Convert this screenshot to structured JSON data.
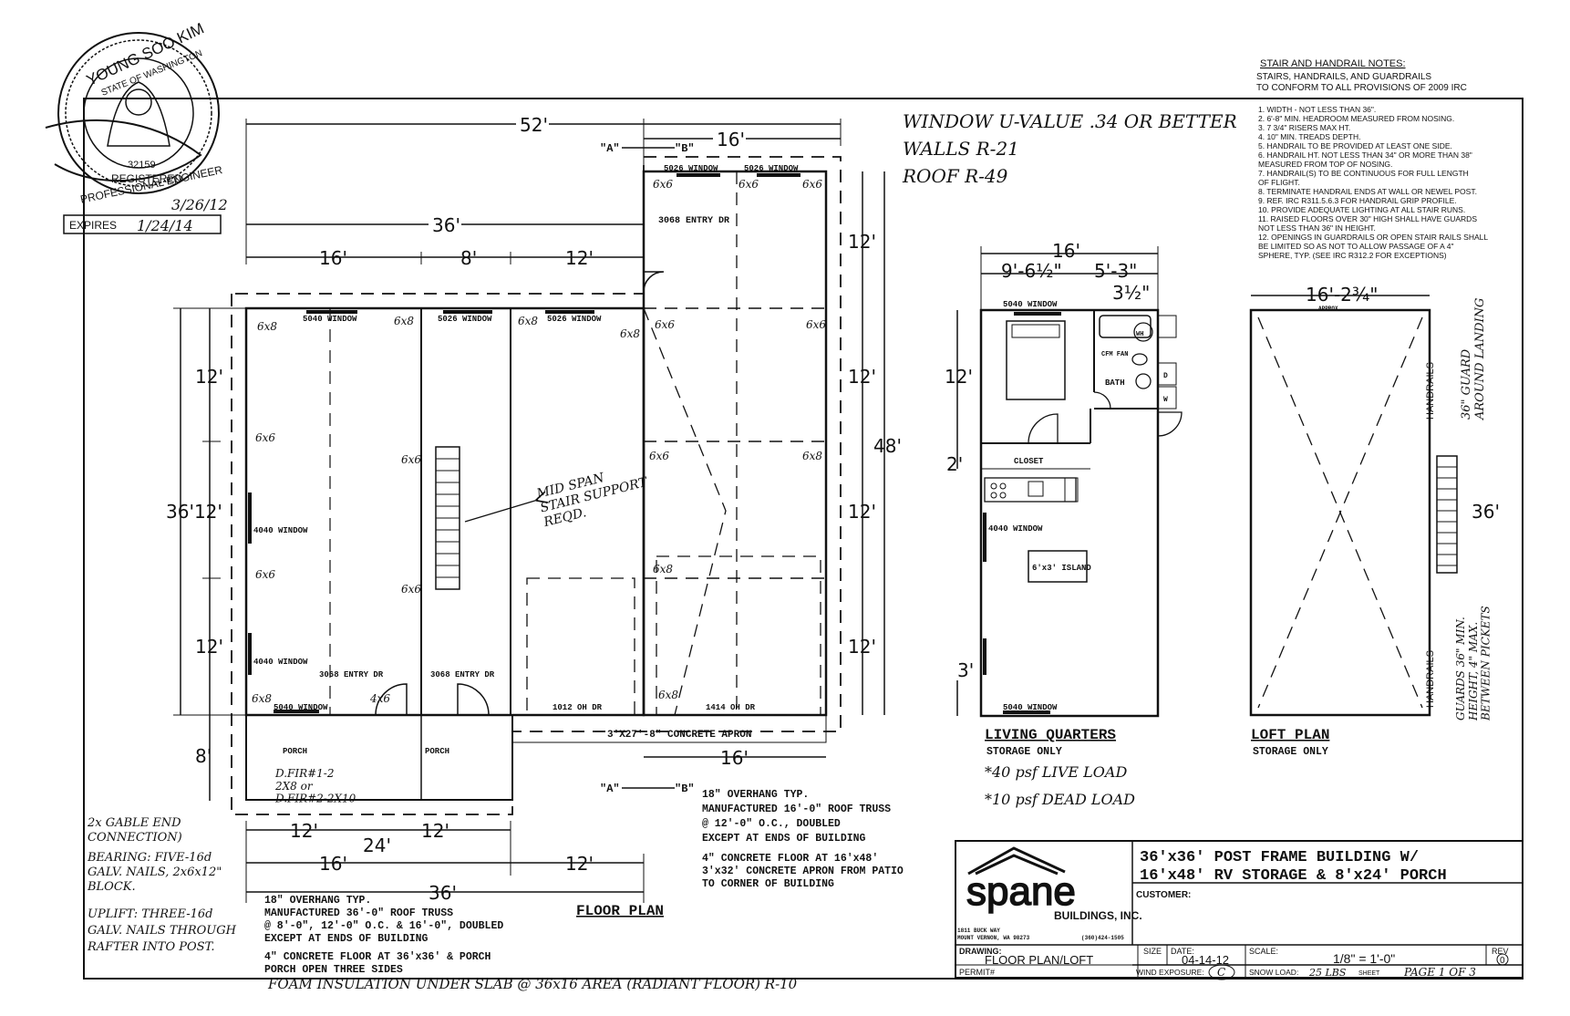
{
  "stamp": {
    "name": "YOUNG SOO KIM",
    "state": "STATE OF WASHINGTON",
    "license": "32159",
    "registered": "REGISTERED",
    "profession": "PROFESSIONAL ENGINEER",
    "date": "3/26/12",
    "expires_label": "EXPIRES",
    "expires_value": "1/24/14"
  },
  "energy_notes": [
    "WINDOW U-VALUE .34 OR BETTER",
    "WALLS R-21",
    "ROOF R-49"
  ],
  "stair_notes": {
    "title": "STAIR AND HANDRAIL NOTES:",
    "subtitle1": "STAIRS, HANDRAILS, AND GUARDRAILS",
    "subtitle2": "TO CONFORM TO ALL PROVISIONS OF 2009 IRC",
    "items": [
      "1.  WIDTH - NOT LESS THAN 36\".",
      "2.  6'-8\" MIN. HEADROOM MEASURED FROM NOSING.",
      "3.  7 3/4\" RISERS MAX HT.",
      "4.  10\" MIN. TREADS DEPTH.",
      "5.  HANDRAIL TO BE PROVIDED AT LEAST ONE SIDE.",
      "6.  HANDRAIL HT. NOT LESS THAN 34\" OR MORE THAN 38\"",
      "     MEASURED FROM TOP OF NOSING.",
      "7.  HANDRAIL(S) TO BE CONTINUOUS FOR FULL LENGTH",
      "     OF FLIGHT.",
      "8.  TERMINATE HANDRAIL ENDS AT WALL OR NEWEL POST.",
      "9.  REF. IRC R311.5.6.3 FOR HANDRAIL GRIP PROFILE.",
      "10. PROVIDE ADEQUATE LIGHTING AT ALL STAIR RUNS.",
      "11. RAISED FLOORS OVER 30\" HIGH SHALL HAVE GUARDS",
      "     NOT LESS THAN 36\" IN HEIGHT.",
      "12. OPENINGS IN GUARDRAILS OR OPEN STAIR RAILS SHALL",
      "     BE LIMITED SO AS NOT TO ALLOW PASSAGE OF A 4\"",
      "     SPHERE, TYP. (SEE IRC R312.2 FOR EXCEPTIONS)"
    ]
  },
  "floor_plan": {
    "title": "FLOOR PLAN",
    "dims": {
      "d52": "52'",
      "d16top": "16'",
      "d36": "36'",
      "d16a": "16'",
      "d8": "8'",
      "d12a": "12'",
      "left12a": "12'",
      "left3612": "36'12'",
      "left12b": "12'",
      "left8": "8'",
      "right12a": "12'",
      "right12b": "12'",
      "right12c": "12'",
      "right12d": "12'",
      "right48": "48'",
      "apron16": "16'",
      "b12a": "12'",
      "b12b": "12'",
      "b24": "24'",
      "b16": "16'",
      "b12c": "12'",
      "b36": "36'"
    },
    "section_a": "\"A\"",
    "section_b": "\"B\"",
    "labels": {
      "w5026a": "5026 WINDOW",
      "w5026b": "5026 WINDOW",
      "w5040top": "5040 WINDOW",
      "w5026c": "5026 WINDOW",
      "w5026d": "5026 WINDOW",
      "entry_rv": "3068 ENTRY DR",
      "w4040a": "4040 WINDOW",
      "w4040b": "4040 WINDOW",
      "entry1": "3068 ENTRY DR",
      "entry2": "3068 ENTRY DR",
      "w5040bot": "5040 WINDOW",
      "oh1012": "1012 OH DR",
      "oh1414": "1414 OH DR",
      "apron": "3'X27'-8\" CONCRETE APRON",
      "porch1": "PORCH",
      "porch2": "PORCH"
    },
    "posts": [
      "6x8",
      "6x8",
      "6x8",
      "6x8",
      "6x6",
      "6x6",
      "6x6",
      "6x6",
      "6x6",
      "6x6",
      "6x6",
      "6x6",
      "6x8",
      "6x8",
      "6x8",
      "6x6",
      "6x6",
      "6x8",
      "4x6"
    ],
    "hand_notes": {
      "midspan": "MID SPAN\nSTAIR SUPPORT\nREQD.",
      "fir": "D.FIR#1-2\n2X8 or\nD.FIR#2-2X10"
    },
    "gable_notes": [
      "2x GABLE END",
      "CONNECTION)",
      "BEARING: FIVE-16d",
      "GALV. NAILS, 2x6x12\"",
      "BLOCK.",
      "UPLIFT: THREE-16d",
      "GALV. NAILS THROUGH",
      "RAFTER INTO POST."
    ],
    "main_notes": [
      "18\" OVERHANG TYP.",
      "MANUFACTURED 36'-0\" ROOF TRUSS",
      "@ 8'-0\", 12'-0\" O.C. & 16'-0\", DOUBLED",
      "EXCEPT AT ENDS OF BUILDING",
      "4\" CONCRETE FLOOR AT 36'x36' & PORCH",
      "PORCH OPEN THREE SIDES"
    ],
    "foam_note": "FOAM INSULATION UNDER SLAB @ 36x16 AREA (RADIANT FLOOR) R-10",
    "rv_notes": [
      "18\" OVERHANG TYP.",
      "MANUFACTURED 16'-0\" ROOF TRUSS",
      "@ 12'-0\" O.C., DOUBLED",
      "EXCEPT AT ENDS OF BUILDING",
      "4\" CONCRETE FLOOR AT 16'x48'",
      "3'x32' CONCRETE APRON FROM PATIO",
      "TO CORNER OF BUILDING"
    ]
  },
  "living": {
    "title": "LIVING QUARTERS",
    "subtitle": "STORAGE ONLY",
    "dims": {
      "w16": "16'",
      "w96": "9'-6½\"",
      "w53": "5'-3\"",
      "w312": "3½\"",
      "h12": "12'",
      "h2": "2'",
      "h3": "3'"
    },
    "labels": {
      "w5040top": "5040 WINDOW",
      "cfm": "CFM FAN",
      "bath": "BATH",
      "wh": "WH",
      "d": "D",
      "w": "W",
      "closet": "CLOSET",
      "w4040": "4040 WINDOW",
      "island": "6'x3' ISLAND",
      "w5040bot": "5040 WINDOW"
    },
    "loads": [
      "*40 psf LIVE LOAD",
      "*10 psf DEAD LOAD"
    ]
  },
  "loft": {
    "title": "LOFT PLAN",
    "subtitle": "STORAGE ONLY",
    "width": "16'-2¾\"",
    "approx": "APPROX",
    "height": "36'",
    "handrails1": "HANDRAILS",
    "handrails2": "HANDRAILS",
    "guard_note1": "36\" GUARD\nAROUND LANDING",
    "guard_note2": "GUARDS 36\" MIN.\nHEIGHT, 4\" MAX.\nBETWEEN PICKETS"
  },
  "title_block": {
    "project_line1": "36'x36' POST FRAME BUILDING W/",
    "project_line2": "16'x48' RV STORAGE & 8'x24' PORCH",
    "logo": "spane",
    "logo_sub": "BUILDINGS, INC.",
    "address1": "1811 BUCK WAY",
    "address2": "MOUNT VERNON, WA 98273",
    "phone": "(360)424-1505",
    "customer_label": "CUSTOMER:",
    "drawing_label": "DRAWING:",
    "drawing_value": "FLOOR PLAN/LOFT",
    "permit_label": "PERMIT#",
    "size_label": "SIZE",
    "date_label": "DATE:",
    "date_value": "04-14-12",
    "scale_label": "SCALE:",
    "scale_value": "1/8\" = 1'-0\"",
    "rev_label": "REV",
    "rev_value": "0",
    "wind_label": "WIND EXPOSURE:",
    "wind_value": "C",
    "snow_label": "SNOW LOAD:",
    "snow_value": "25 LBS",
    "sheet_label": "SHEET",
    "sheet_value": "PAGE 1 OF 3"
  }
}
